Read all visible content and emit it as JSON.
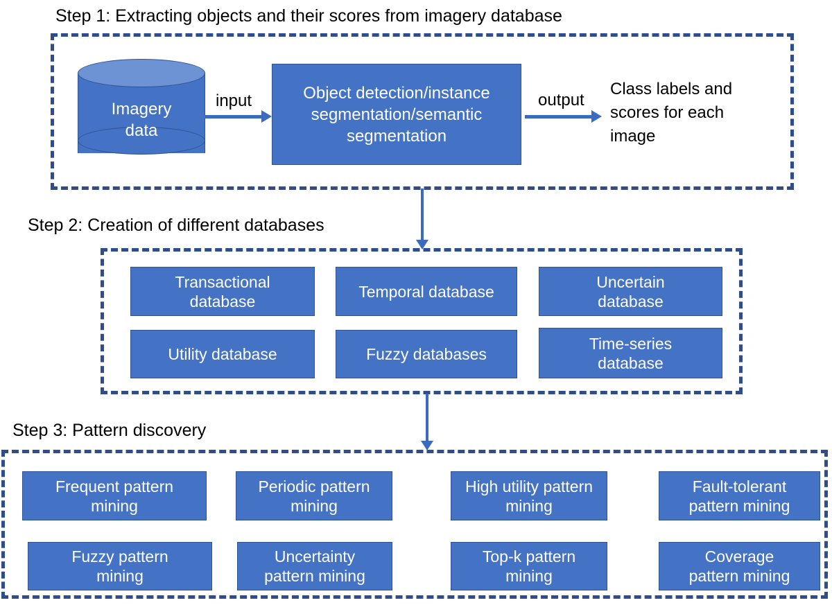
{
  "diagram": {
    "title": "Three-step pipeline: imagery to pattern discovery",
    "colors": {
      "box_fill": "#4472C4",
      "box_border": "#2E5396",
      "dashed_border": "#2E4D8A",
      "arrow": "#3A6BBF",
      "cylinder_top": "#6E93D4",
      "box_text": "#FFFFFF",
      "label_text": "#000000"
    }
  },
  "step1": {
    "title": "Step 1: Extracting objects and their scores from imagery database",
    "datastore": {
      "line1": "Imagery",
      "line2": "data"
    },
    "process": {
      "line1": "Object detection/instance",
      "line2": "segmentation/semantic",
      "line3": "segmentation"
    },
    "arrow_in_label": "input",
    "arrow_out_label": "output",
    "output_text": "Class labels and scores for each image"
  },
  "step2": {
    "title": "Step 2: Creation of different databases",
    "databases": [
      {
        "id": "transactional",
        "line1": "Transactional",
        "line2": "database"
      },
      {
        "id": "temporal",
        "line1": "Temporal database",
        "line2": ""
      },
      {
        "id": "uncertain",
        "line1": "Uncertain",
        "line2": "database"
      },
      {
        "id": "utility",
        "line1": "Utility database",
        "line2": ""
      },
      {
        "id": "fuzzy",
        "line1": "Fuzzy databases",
        "line2": ""
      },
      {
        "id": "timeseries",
        "line1": "Time-series",
        "line2": "database"
      }
    ]
  },
  "step3": {
    "title": "Step 3: Pattern discovery",
    "patterns": [
      {
        "id": "frequent",
        "line1": "Frequent pattern",
        "line2": "mining"
      },
      {
        "id": "periodic",
        "line1": "Periodic pattern",
        "line2": "mining"
      },
      {
        "id": "highutility",
        "line1": "High utility pattern",
        "line2": "mining"
      },
      {
        "id": "faulttol",
        "line1": "Fault-tolerant",
        "line2": "pattern mining"
      },
      {
        "id": "fuzzy",
        "line1": "Fuzzy pattern",
        "line2": "mining"
      },
      {
        "id": "uncertainty",
        "line1": "Uncertainty",
        "line2": "pattern mining"
      },
      {
        "id": "topk",
        "line1": "Top-k pattern",
        "line2": "mining"
      },
      {
        "id": "coverage",
        "line1": "Coverage",
        "line2": "pattern mining"
      }
    ]
  }
}
